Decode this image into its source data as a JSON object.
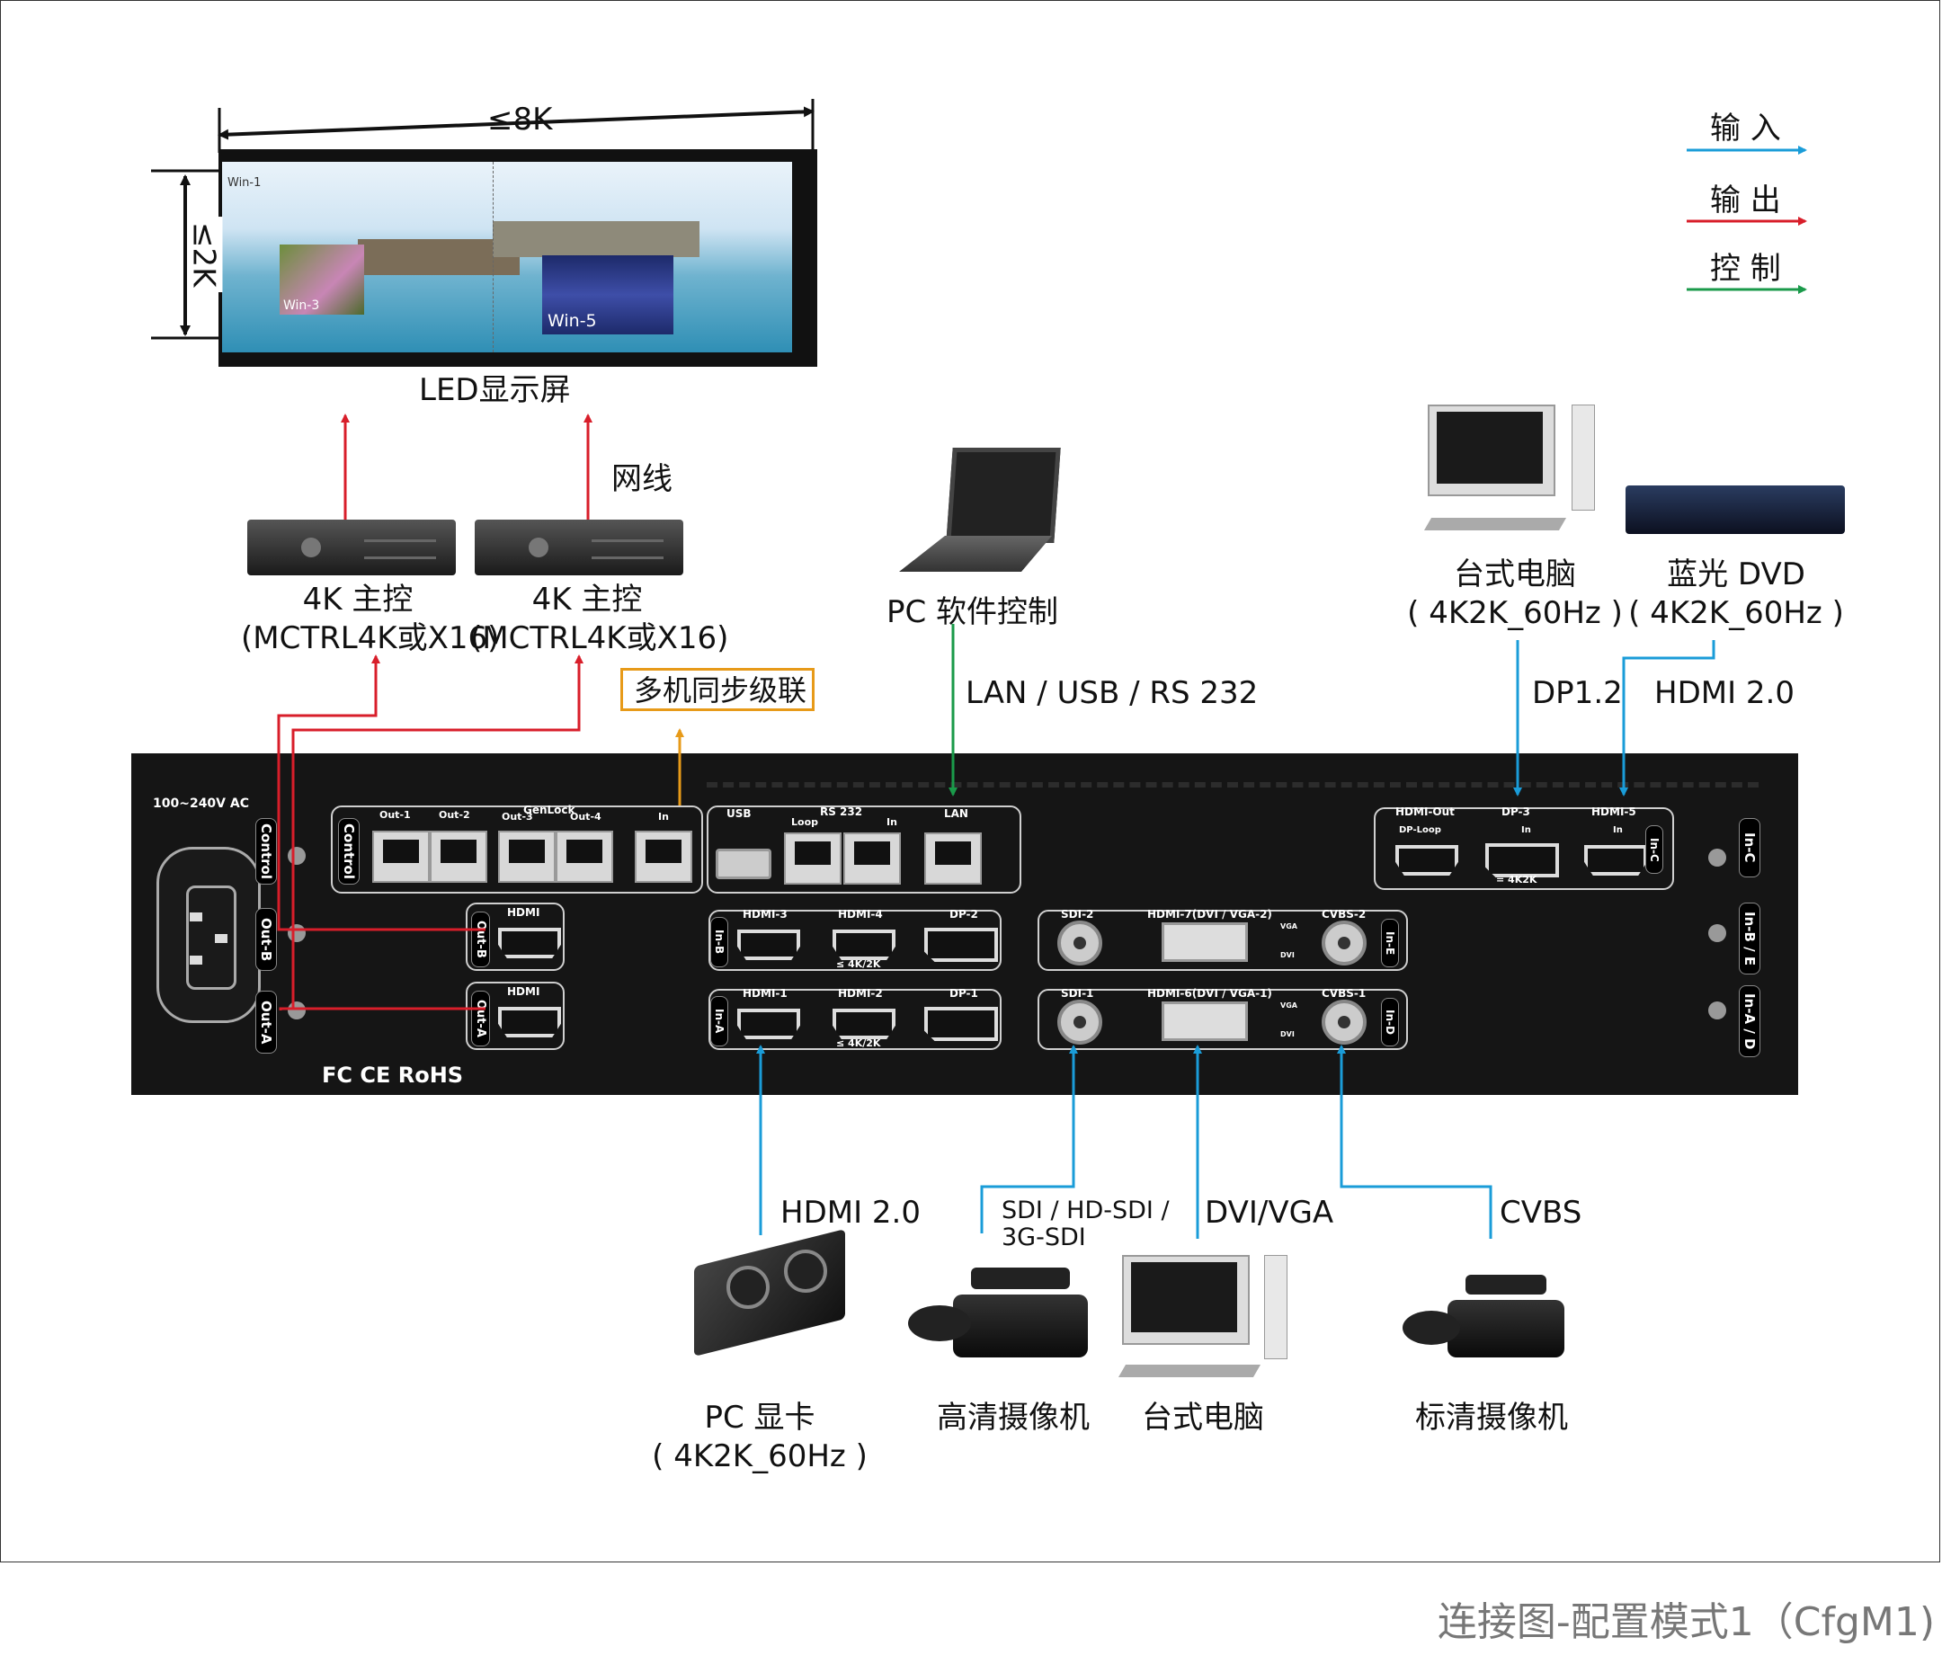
{
  "legend": {
    "input": "输 入",
    "output": "输 出",
    "control": "控 制"
  },
  "colors": {
    "input": "#1a9cd8",
    "output": "#d81e2a",
    "control": "#1a9a4a",
    "genlock": "#e79a19"
  },
  "led": {
    "width_label": "≤8K",
    "height_label": "≤2K",
    "title": "LED显示屏",
    "win1": "Win-1",
    "win3": "Win-3",
    "win5": "Win-5"
  },
  "cable_label": "网线",
  "sender1": {
    "line1": "4K 主控",
    "line2": "(MCTRL4K或X16)"
  },
  "sender2": {
    "line1": "4K 主控",
    "line2": "(MCTRL4K或X16)"
  },
  "cascade_label": "多机同步级联",
  "laptop": {
    "label": "PC 软件控制",
    "link": "LAN / USB / RS 232"
  },
  "desktop_top": {
    "line1": "台式电脑",
    "line2": "( 4K2K_60Hz )",
    "link": "DP1.2"
  },
  "bluray": {
    "line1": "蓝光 DVD",
    "line2": "( 4K2K_60Hz )",
    "link": "HDMI 2.0"
  },
  "panel": {
    "power": "100~240V  AC",
    "control": "Control",
    "out_b": "Out-B",
    "out_a": "Out-A",
    "ctrl_inner": "Control",
    "out1": "Out-1",
    "out2": "Out-2",
    "genlock": "GenLock",
    "out3": "Out-3",
    "out4": "Out-4",
    "in": "In",
    "usb": "USB",
    "rs232": "RS 232",
    "loop": "Loop",
    "in2": "In",
    "lan": "LAN",
    "hdmi": "HDMI",
    "hdmi_out": "HDMI-Out",
    "dp3": "DP-3",
    "hdmi5": "HDMI-5",
    "dp_loop": "DP-Loop",
    "in3": "In",
    "in4": "In",
    "eq4k2k": "= 4K2K",
    "in_c": "In-C",
    "in_c2": "In-C",
    "hdmi3": "HDMI-3",
    "hdmi4": "HDMI-4",
    "dp2": "DP-2",
    "in_b": "In-B",
    "le4k2k_1": "≤ 4K/2K",
    "hdmi1": "HDMI-1",
    "hdmi2": "HDMI-2",
    "dp1": "DP-1",
    "in_a": "In-A",
    "le4k2k_2": "≤ 4K/2K",
    "sdi2": "SDI-2",
    "hdmi7": "HDMI-7(DVI / VGA-2)",
    "cvbs2": "CVBS-2",
    "in_e": "In-E",
    "sdi1": "SDI-1",
    "hdmi6": "HDMI-6(DVI / VGA-1)",
    "cvbs1": "CVBS-1",
    "in_d": "In-D",
    "vga": "VGA",
    "dvi": "DVI",
    "in_be": "In-B / E",
    "in_ad": "In-A / D",
    "cert": "FC CE RoHS"
  },
  "bottom": {
    "gpu": {
      "line1": "PC 显卡",
      "line2": "( 4K2K_60Hz )",
      "link": "HDMI 2.0"
    },
    "hd_cam": {
      "label": "高清摄像机",
      "link1": "SDI / HD-SDI /",
      "link2": "3G-SDI"
    },
    "desktop": {
      "label": "台式电脑",
      "link": "DVI/VGA"
    },
    "sd_cam": {
      "label": "标清摄像机",
      "link": "CVBS"
    }
  },
  "caption": "连接图-配置模式1（CfgM1)"
}
